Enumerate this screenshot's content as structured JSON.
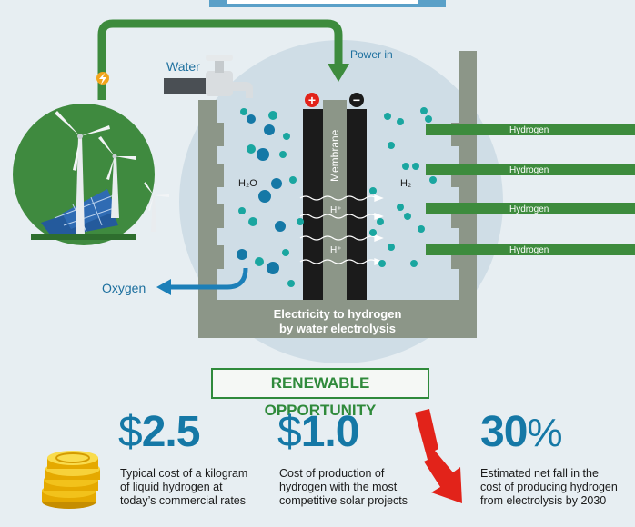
{
  "diagram": {
    "labels": {
      "water": "Water",
      "power_in": "Power in",
      "oxygen": "Oxygen",
      "membrane": "Membrane",
      "h2o": "H₂O",
      "h2": "H₂",
      "proton_1": "H⁺",
      "proton_2": "H⁺",
      "title_line1": "Electricity to hydrogen",
      "title_line2": "by water electrolysis",
      "plus": "+",
      "minus": "−"
    },
    "hydrogen_outputs": [
      "Hydrogen",
      "Hydrogen",
      "Hydrogen",
      "Hydrogen"
    ],
    "colors": {
      "green": "#3d8b3d",
      "blue": "#1578a6",
      "teal": "#1aa6a0",
      "tank": "#8c9688",
      "electrode": "#1b1b1b",
      "red": "#e2231a"
    }
  },
  "section": {
    "title": "RENEWABLE OPPORTUNITY"
  },
  "stats": [
    {
      "currency": "$",
      "number": "2.5",
      "unit": "",
      "description": "Typical cost of a kilogram\nof liquid hydrogen at\ntoday’s commercial rates"
    },
    {
      "currency": "$",
      "number": "1.0",
      "unit": "",
      "description": "Cost of production of\nhydrogen with the most\ncompetitive solar projects"
    },
    {
      "currency": "",
      "number": "30",
      "unit": "%",
      "description": "Estimated net fall in the\ncost of producing hydrogen\nfrom electrolysis by 2030"
    }
  ]
}
